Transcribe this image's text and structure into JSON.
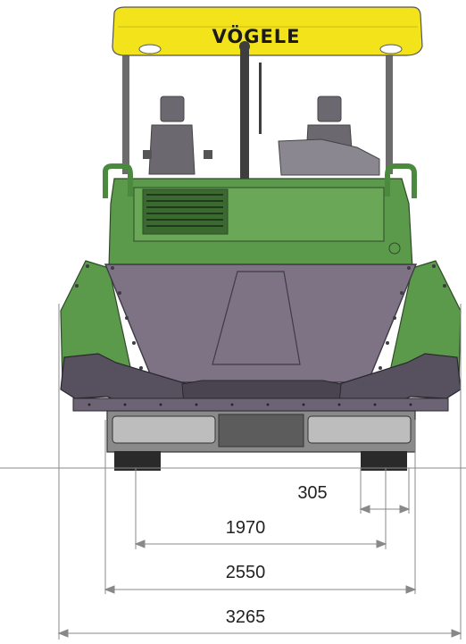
{
  "brand": {
    "name": "VÖGELE",
    "roof_color": "#f2e31b",
    "body_color": "#5b9a4a",
    "hopper_color": "#7d7385",
    "frame_color": "#6c6c6c"
  },
  "dimensions": [
    {
      "id": "track-width",
      "label": "305"
    },
    {
      "id": "track-gauge",
      "label": "1970"
    },
    {
      "id": "track-outer",
      "label": "2550"
    },
    {
      "id": "overall-width",
      "label": "3265"
    }
  ]
}
